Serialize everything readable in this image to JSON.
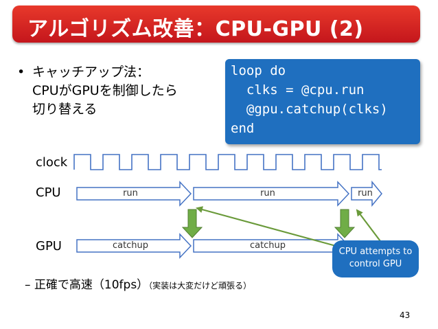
{
  "slide": {
    "title": "アルゴリズム改善：CPU-GPU (2)",
    "bullet_marker": "•",
    "bullet_lines": [
      "キャッチアップ法：",
      "CPUがGPUを制御したら",
      "切り替える"
    ],
    "code_lines": [
      "loop do",
      "  clks = @cpu.run",
      "  @gpu.catchup(clks)",
      "end"
    ],
    "labels": {
      "clock": "clock",
      "cpu": "CPU",
      "gpu": "GPU"
    },
    "cpu_arrows": [
      "run",
      "run",
      "run"
    ],
    "gpu_arrows": [
      "catchup",
      "catchup"
    ],
    "callout_lines": [
      "CPU attempts to",
      "control GPU"
    ],
    "sub_bullet_marker": "–",
    "sub_bullet_main": "正確で高速（10fps）",
    "sub_bullet_note": "（実装は大変だけど頑張る）",
    "page_number": "43"
  },
  "colors": {
    "title_red": "#d9251d",
    "arrow_blue": "#4472c4",
    "arrow_green": "#70ad47",
    "pointer_green": "#6a9a3a",
    "code_blue": "#1f6fbf"
  }
}
